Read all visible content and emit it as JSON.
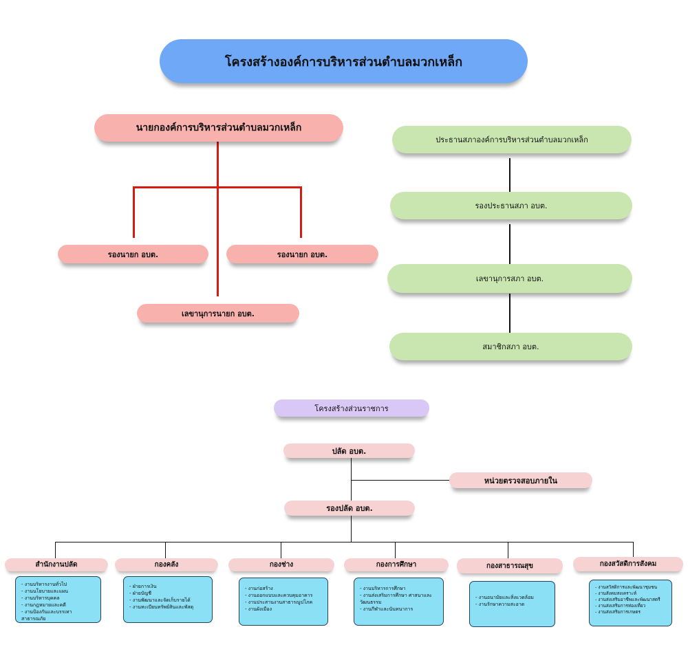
{
  "title": "โครงสร้างองค์การบริหารส่วนตำบลมวกเหล็ก",
  "executive": {
    "head": "นายกองค์การบริหารส่วนตำบลมวกเหล็ก",
    "deputy_left": "รองนายก อบต.",
    "deputy_right": "รองนายก อบต.",
    "secretary": "เลขานุการนายก อบต."
  },
  "council": {
    "president": "ประธานสภาองค์การบริหารส่วนตำบลมวกเหล็ก",
    "vice_president": "รองประธานสภา อบต.",
    "secretary": "เลขานุการสภา อบต.",
    "members": "สมาชิกสภา อบต."
  },
  "admin": {
    "title": "โครงสร้างส่วนราชการ",
    "chief": "ปลัด อบต.",
    "audit": "หน่วยตรวจสอบภายใน",
    "deputy_chief": "รองปลัด อบต.",
    "departments": [
      {
        "name": "สำนักงานปลัด",
        "items": [
          "งานบริหารงานทั่วไป",
          "งานนโยบายและแผน",
          "งานบริหารบุคคล",
          "งานกฎหมายและคดี",
          "งานป้องกันและบรรเทาสาธารณภัย"
        ]
      },
      {
        "name": "กองคลัง",
        "items": [
          "ฝ่ายการเงิน",
          "ฝ่ายบัญชี",
          "งานพัฒนาและจัดเก็บรายได้",
          "งานทะเบียนทรัพย์สินและพัสดุ"
        ]
      },
      {
        "name": "กองช่าง",
        "items": [
          "งานก่อสร้าง",
          "งานออกแบบและควบคุมอาคาร",
          "งานประสานงานสาธารณูปโภค",
          "งานผังเมือง"
        ]
      },
      {
        "name": "กองการศึกษา",
        "items": [
          "งานบริหารการศึกษา",
          "งานส่งเสริมการศึกษา ศาสนาและวัฒนธรรม",
          "งานกีฬาและนันทนาการ"
        ]
      },
      {
        "name": "กองสาธารณสุข",
        "items": [
          "งานอนามัยและสิ่งแวดล้อม",
          "งานรักษาความสะอาด"
        ]
      },
      {
        "name": "กองสวัสดิการสังคม",
        "items": [
          "งานสวัสดิการและพัฒนาชุมชน",
          "งานสังคมสงเคราะห์",
          "งานส่งเสริมอาชีพและพัฒนาสตรี",
          "งานส่งเสริมการท่องเที่ยว",
          "งานส่งเสริมการเกษตร"
        ]
      }
    ]
  },
  "colors": {
    "title_bg": "#6fa8f7",
    "executive_bg": "#f9b1ad",
    "council_bg": "#c9e6b0",
    "admin_title_bg": "#d9c7f5",
    "admin_node_bg": "#f7d2d2",
    "dept_box_bg": "#8be0f5",
    "connector_red": "#d81b10"
  }
}
